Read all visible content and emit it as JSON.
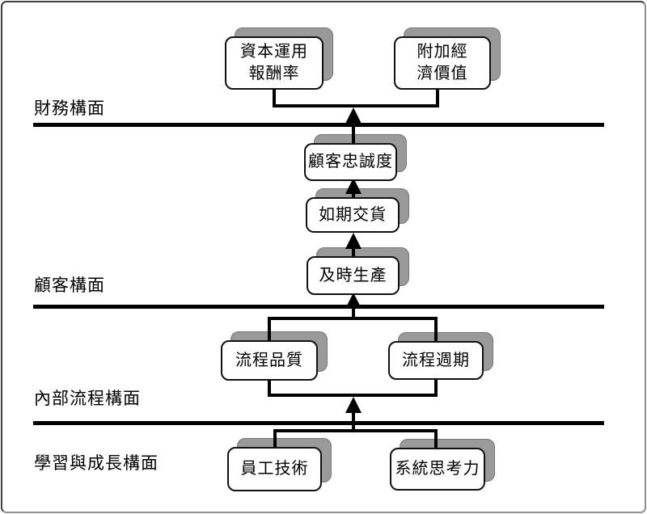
{
  "colors": {
    "line": "#000000",
    "box_border": "#111111",
    "box_background": "#ffffff",
    "shadow": "#9a9a9a",
    "background": "#ffffff"
  },
  "perspectives": [
    "財務構面",
    "顧客構面",
    "內部流程構面",
    "學習與成長構面"
  ],
  "nodes": {
    "roce": {
      "label": "資本運用\n報酬率"
    },
    "eva": {
      "label": "附加經\n濟價值"
    },
    "loyalty": {
      "label": "顧客忠誠度"
    },
    "delivery": {
      "label": "如期交貨"
    },
    "jit": {
      "label": "及時生產"
    },
    "quality": {
      "label": "流程品質"
    },
    "cycle": {
      "label": "流程週期"
    },
    "skills": {
      "label": "員工技術"
    },
    "systems": {
      "label": "系統思考力"
    }
  }
}
